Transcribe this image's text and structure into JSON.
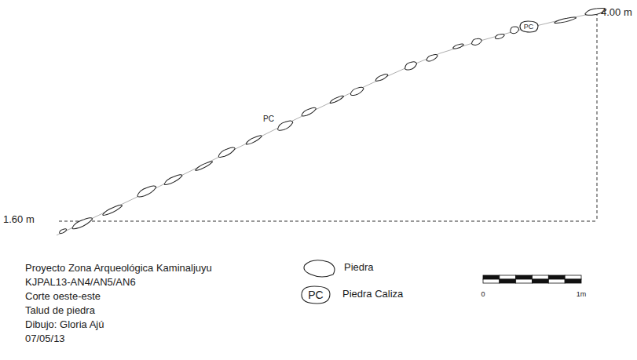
{
  "diagram": {
    "nodes": [
      {
        "text": [
          "PC"
        ]
      },
      {
        "text": [
          "PC"
        ]
      }
    ],
    "labels": [
      "4.00 m",
      "1.60 m",
      "PC",
      "Proyecto Zona Arqueológica Kaminaljuyu",
      "KJPAL13-AN4/AN5/AN6",
      "Corte oeste-este",
      "Talud de piedra",
      "Dibujo: Gloria Ajú",
      "07/05/13",
      "0",
      "1m"
    ],
    "legend": [
      {
        "text": "Piedra"
      },
      {
        "text": "Piedra Caliza"
      }
    ]
  }
}
